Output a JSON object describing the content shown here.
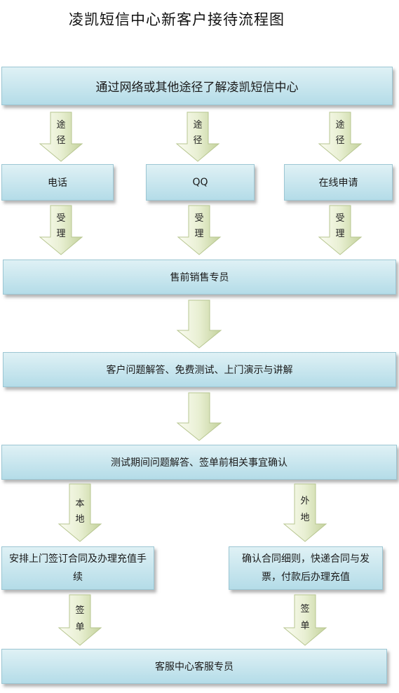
{
  "title": "凌凯短信中心新客户接待流程图",
  "nodes": {
    "top": "通过网络或其他途径了解凌凯短信中心",
    "phone": "电话",
    "qq": "QQ",
    "online": "在线申请",
    "presales": "售前销售专员",
    "service": "客户问题解答、免费测试、上门演示与讲解",
    "confirm": "测试期间问题解答、签单前相关事宜确认",
    "local": "安排上门签订合同及办理充值手续",
    "remote": "确认合同细则，快递合同与发票，付款后办理充值",
    "support": "客服中心客服专员"
  },
  "arrow_labels": {
    "route_1": "途",
    "route_2": "径",
    "accept_1": "受",
    "accept_2": "理",
    "local_1": "本",
    "local_2": "地",
    "remote_1": "外",
    "remote_2": "地",
    "sign_1": "签",
    "sign_2": "单"
  },
  "colors": {
    "box_top": "#dff1f5",
    "box_bottom": "#b4dce8",
    "arrow_light": "#fbfcf2",
    "arrow_dark": "#cbd7a6"
  }
}
